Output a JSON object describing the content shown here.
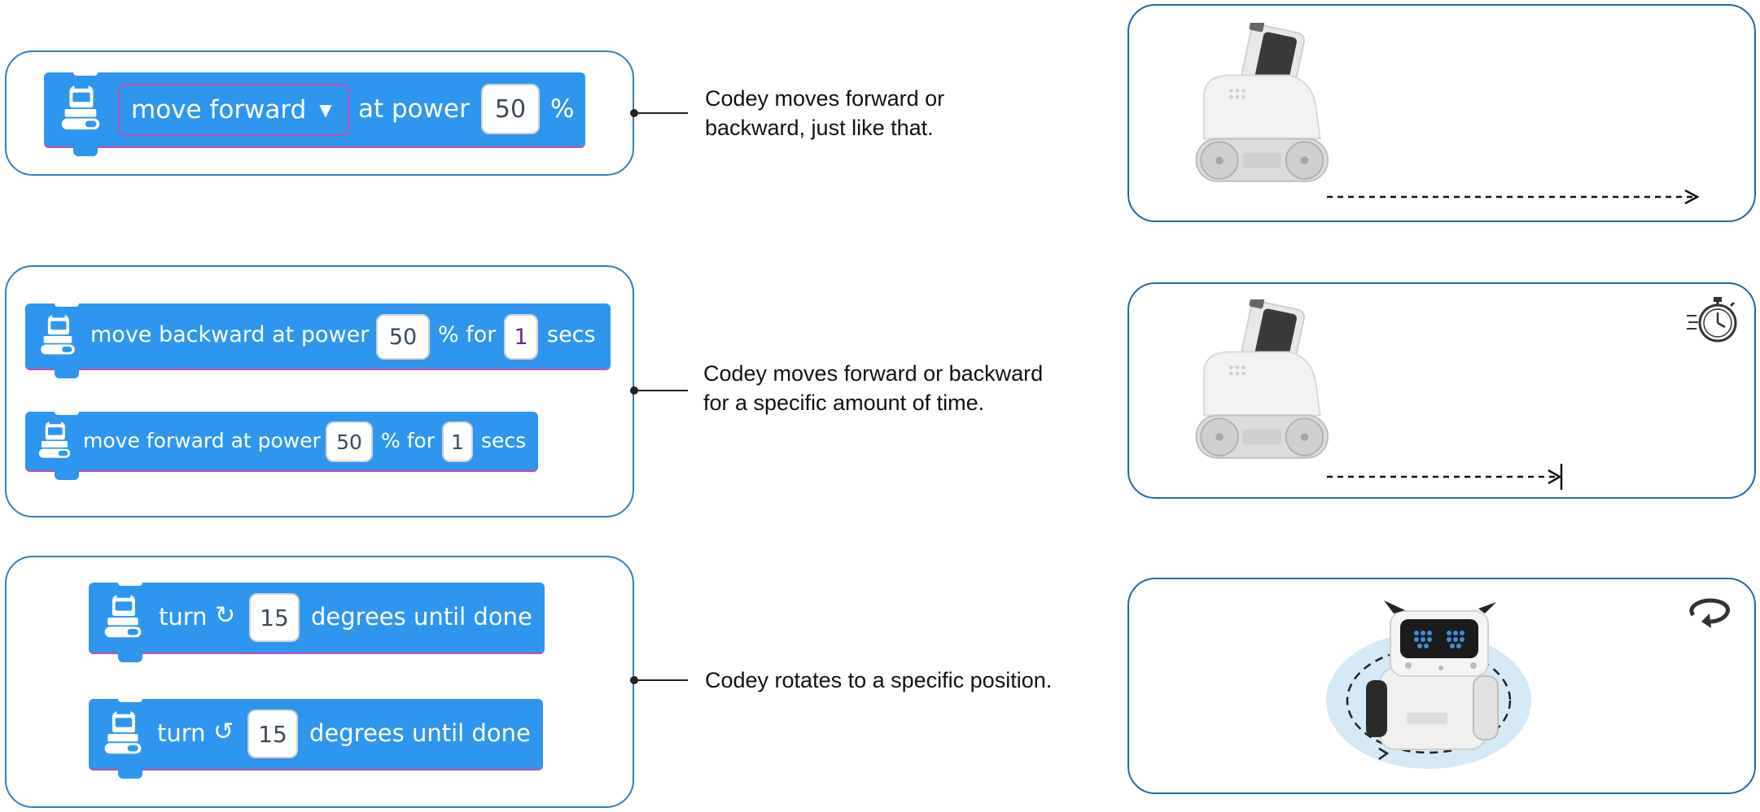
{
  "blocks": {
    "move_forward": {
      "dropdown": "move forward",
      "at_power": "at power",
      "power": "50",
      "percent": "%"
    },
    "move_backward_timed": {
      "label": "move backward at power",
      "power": "50",
      "for": "% for",
      "time": "1",
      "unit": "secs"
    },
    "move_forward_timed": {
      "label": "move forward at power",
      "power": "50",
      "for": "% for",
      "time": "1",
      "unit": "secs"
    },
    "turn_cw": {
      "turn": "turn",
      "degrees": "15",
      "suffix": "degrees until done"
    },
    "turn_ccw": {
      "turn": "turn",
      "degrees": "15",
      "suffix": "degrees until done"
    }
  },
  "descriptions": {
    "move": [
      "Codey moves forward or",
      "backward, just like that."
    ],
    "timed": [
      "Codey moves forward or backward",
      "for a specific amount of time."
    ],
    "rotate": [
      "Codey rotates to a specific position."
    ]
  },
  "icons": {
    "block_icon": "codey-robot-icon",
    "cw": "rotate-clockwise-icon",
    "ccw": "rotate-counterclockwise-icon",
    "stopwatch": "stopwatch-icon",
    "rotate": "rotate-arrow-icon"
  },
  "colors": {
    "block": "#2f96ef",
    "border": "#2f7fc0",
    "accent": "#c04fae"
  }
}
